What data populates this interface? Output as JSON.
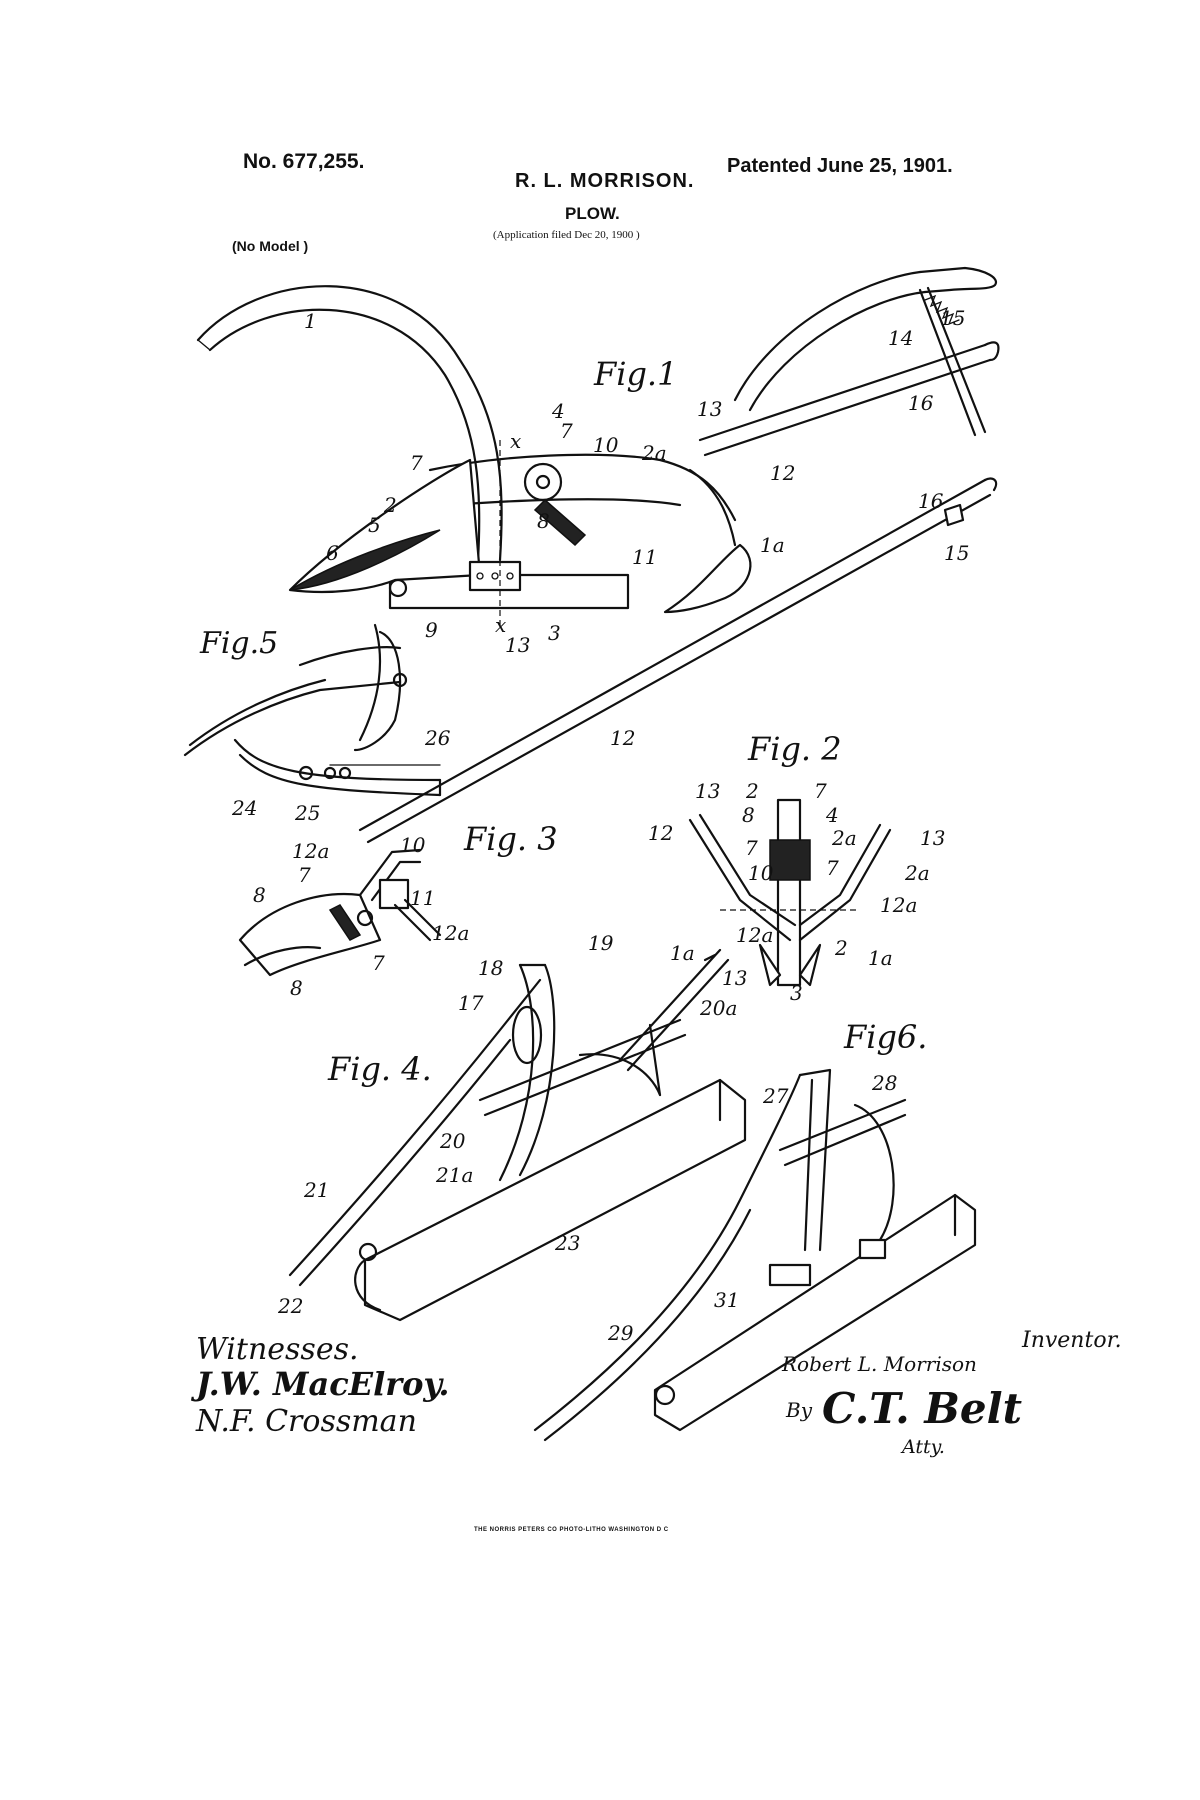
{
  "header": {
    "patent_number": "No. 677,255.",
    "patent_date": "Patented June 25, 1901.",
    "inventor": "R. L. MORRISON.",
    "title": "PLOW.",
    "application": "(Application filed Dec 20, 1900 )",
    "no_model": "(No Model )"
  },
  "figures": {
    "fig1": "Fig.1",
    "fig2": "Fig. 2",
    "fig3": "Fig. 3",
    "fig4": "Fig. 4.",
    "fig5": "Fig.5",
    "fig6": "Fig6."
  },
  "reference_numerals": [
    "1",
    "1a",
    "2",
    "2a",
    "3",
    "4",
    "5",
    "6",
    "7",
    "8",
    "9",
    "10",
    "11",
    "12",
    "12a",
    "13",
    "14",
    "15",
    "16",
    "17",
    "18",
    "19",
    "20",
    "20a",
    "21",
    "21a",
    "22",
    "23",
    "24",
    "25",
    "26",
    "27",
    "28",
    "29",
    "31",
    "x"
  ],
  "signatures": {
    "witnesses_label": "Witnesses.",
    "witness_1": "J.W. MacElroy.",
    "witness_2": "N.F. Crossman",
    "inventor_label": "Inventor.",
    "inventor_signature": "Robert L. Morrison",
    "by_label": "By",
    "attorney_signature": "C.T. Belt",
    "attorney_label": "Atty."
  },
  "footer": {
    "printer": "THE NORRIS PETERS CO  PHOTO-LITHO  WASHINGTON D C"
  }
}
